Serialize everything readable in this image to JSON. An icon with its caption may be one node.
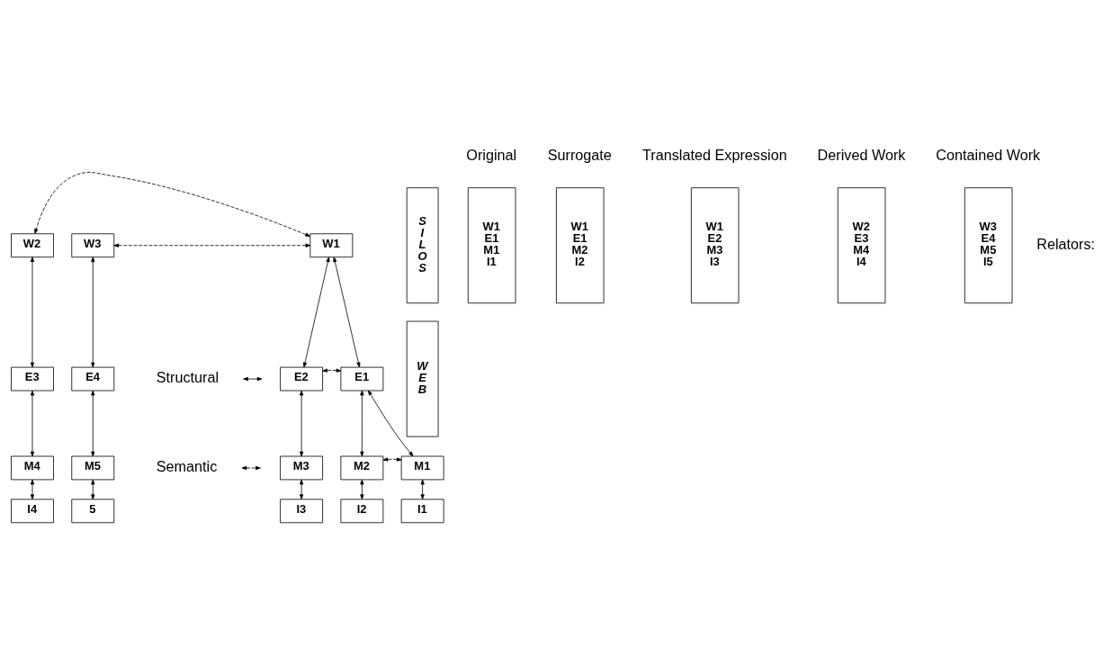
{
  "diagram": {
    "nodes": [
      {
        "text": [
          "S I L O S"
        ]
      },
      {
        "text": [
          "W1 E1 M1 I1"
        ]
      },
      {
        "text": [
          "W1 E1 M2 I2"
        ]
      },
      {
        "text": [
          "W1 E2 M3 I3"
        ]
      },
      {
        "text": [
          "W2 E3 M4 I4"
        ]
      },
      {
        "text": [
          "W3 E4 M5 I5"
        ]
      },
      {
        "text": [
          "W E B"
        ]
      },
      {
        "text": [
          "W1"
        ]
      },
      {
        "text": [
          "W2"
        ]
      },
      {
        "text": [
          "W3"
        ]
      },
      {
        "text": [
          "E1"
        ]
      },
      {
        "text": [
          "E2"
        ]
      },
      {
        "text": [
          "E3"
        ]
      },
      {
        "text": [
          "E4"
        ]
      },
      {
        "text": [
          "M1"
        ]
      },
      {
        "text": [
          "M2"
        ]
      },
      {
        "text": [
          "M3"
        ]
      },
      {
        "text": [
          "M4"
        ]
      },
      {
        "text": [
          "M5"
        ]
      },
      {
        "text": [
          "I1"
        ]
      },
      {
        "text": [
          "I2"
        ]
      },
      {
        "text": [
          "I3"
        ]
      },
      {
        "text": [
          "I4"
        ]
      },
      {
        "text": [
          "5"
        ]
      }
    ],
    "edges": [
      {
        "from": 7,
        "to": 9,
        "arrow": "both",
        "style": "dashed"
      },
      {
        "from": 7,
        "to": 8,
        "arrow": "both",
        "style": "dashed"
      },
      {
        "from": 7,
        "to": 10,
        "arrow": "both"
      },
      {
        "from": 7,
        "to": 11,
        "arrow": "both"
      },
      {
        "from": 8,
        "to": 12,
        "arrow": "both"
      },
      {
        "from": 9,
        "to": 13,
        "arrow": "both"
      },
      {
        "from": 10,
        "to": 11,
        "arrow": "both",
        "style": "dashed"
      },
      {
        "from": 10,
        "to": 14,
        "arrow": "both"
      },
      {
        "from": 10,
        "to": 15,
        "arrow": "both"
      },
      {
        "from": 11,
        "to": 16,
        "arrow": "both"
      },
      {
        "from": 12,
        "to": 17,
        "arrow": "both"
      },
      {
        "from": 13,
        "to": 18,
        "arrow": "both"
      },
      {
        "from": 14,
        "to": 15,
        "arrow": "both",
        "style": "dashed"
      },
      {
        "from": 14,
        "to": 19,
        "arrow": "both"
      },
      {
        "from": 15,
        "to": 20,
        "arrow": "both"
      },
      {
        "from": 16,
        "to": 21,
        "arrow": "both"
      },
      {
        "from": 17,
        "to": 22,
        "arrow": "both"
      },
      {
        "from": 18,
        "to": 23,
        "arrow": "both"
      }
    ],
    "labels": [
      "Original",
      "Surrogate",
      "Translated Expression",
      "Derived Work",
      "Contained Work",
      "Relators:"
    ],
    "legend": [
      {
        "text": "Structural"
      },
      {
        "text": "Semantic"
      }
    ]
  }
}
